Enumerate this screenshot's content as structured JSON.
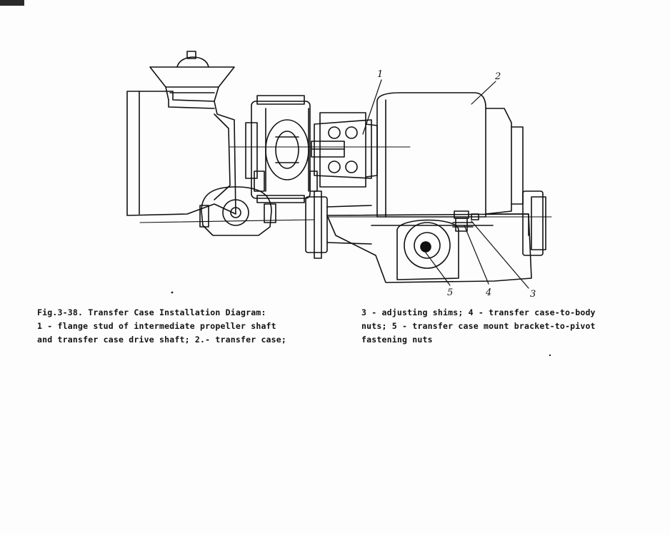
{
  "figure": {
    "callouts": [
      "1",
      "2",
      "3",
      "4",
      "5"
    ],
    "caption": {
      "left_lines": [
        "Fig.3-38. Transfer Case Installation Diagram:",
        "1 - flange stud of intermediate propeller shaft",
        "and transfer case drive shaft; 2.- transfer case;"
      ],
      "right_lines": [
        "3 - adjusting shims; 4 - transfer case-to-body",
        "nuts; 5 - transfer case mount bracket-to-pivot",
        "fastening nuts"
      ]
    }
  }
}
